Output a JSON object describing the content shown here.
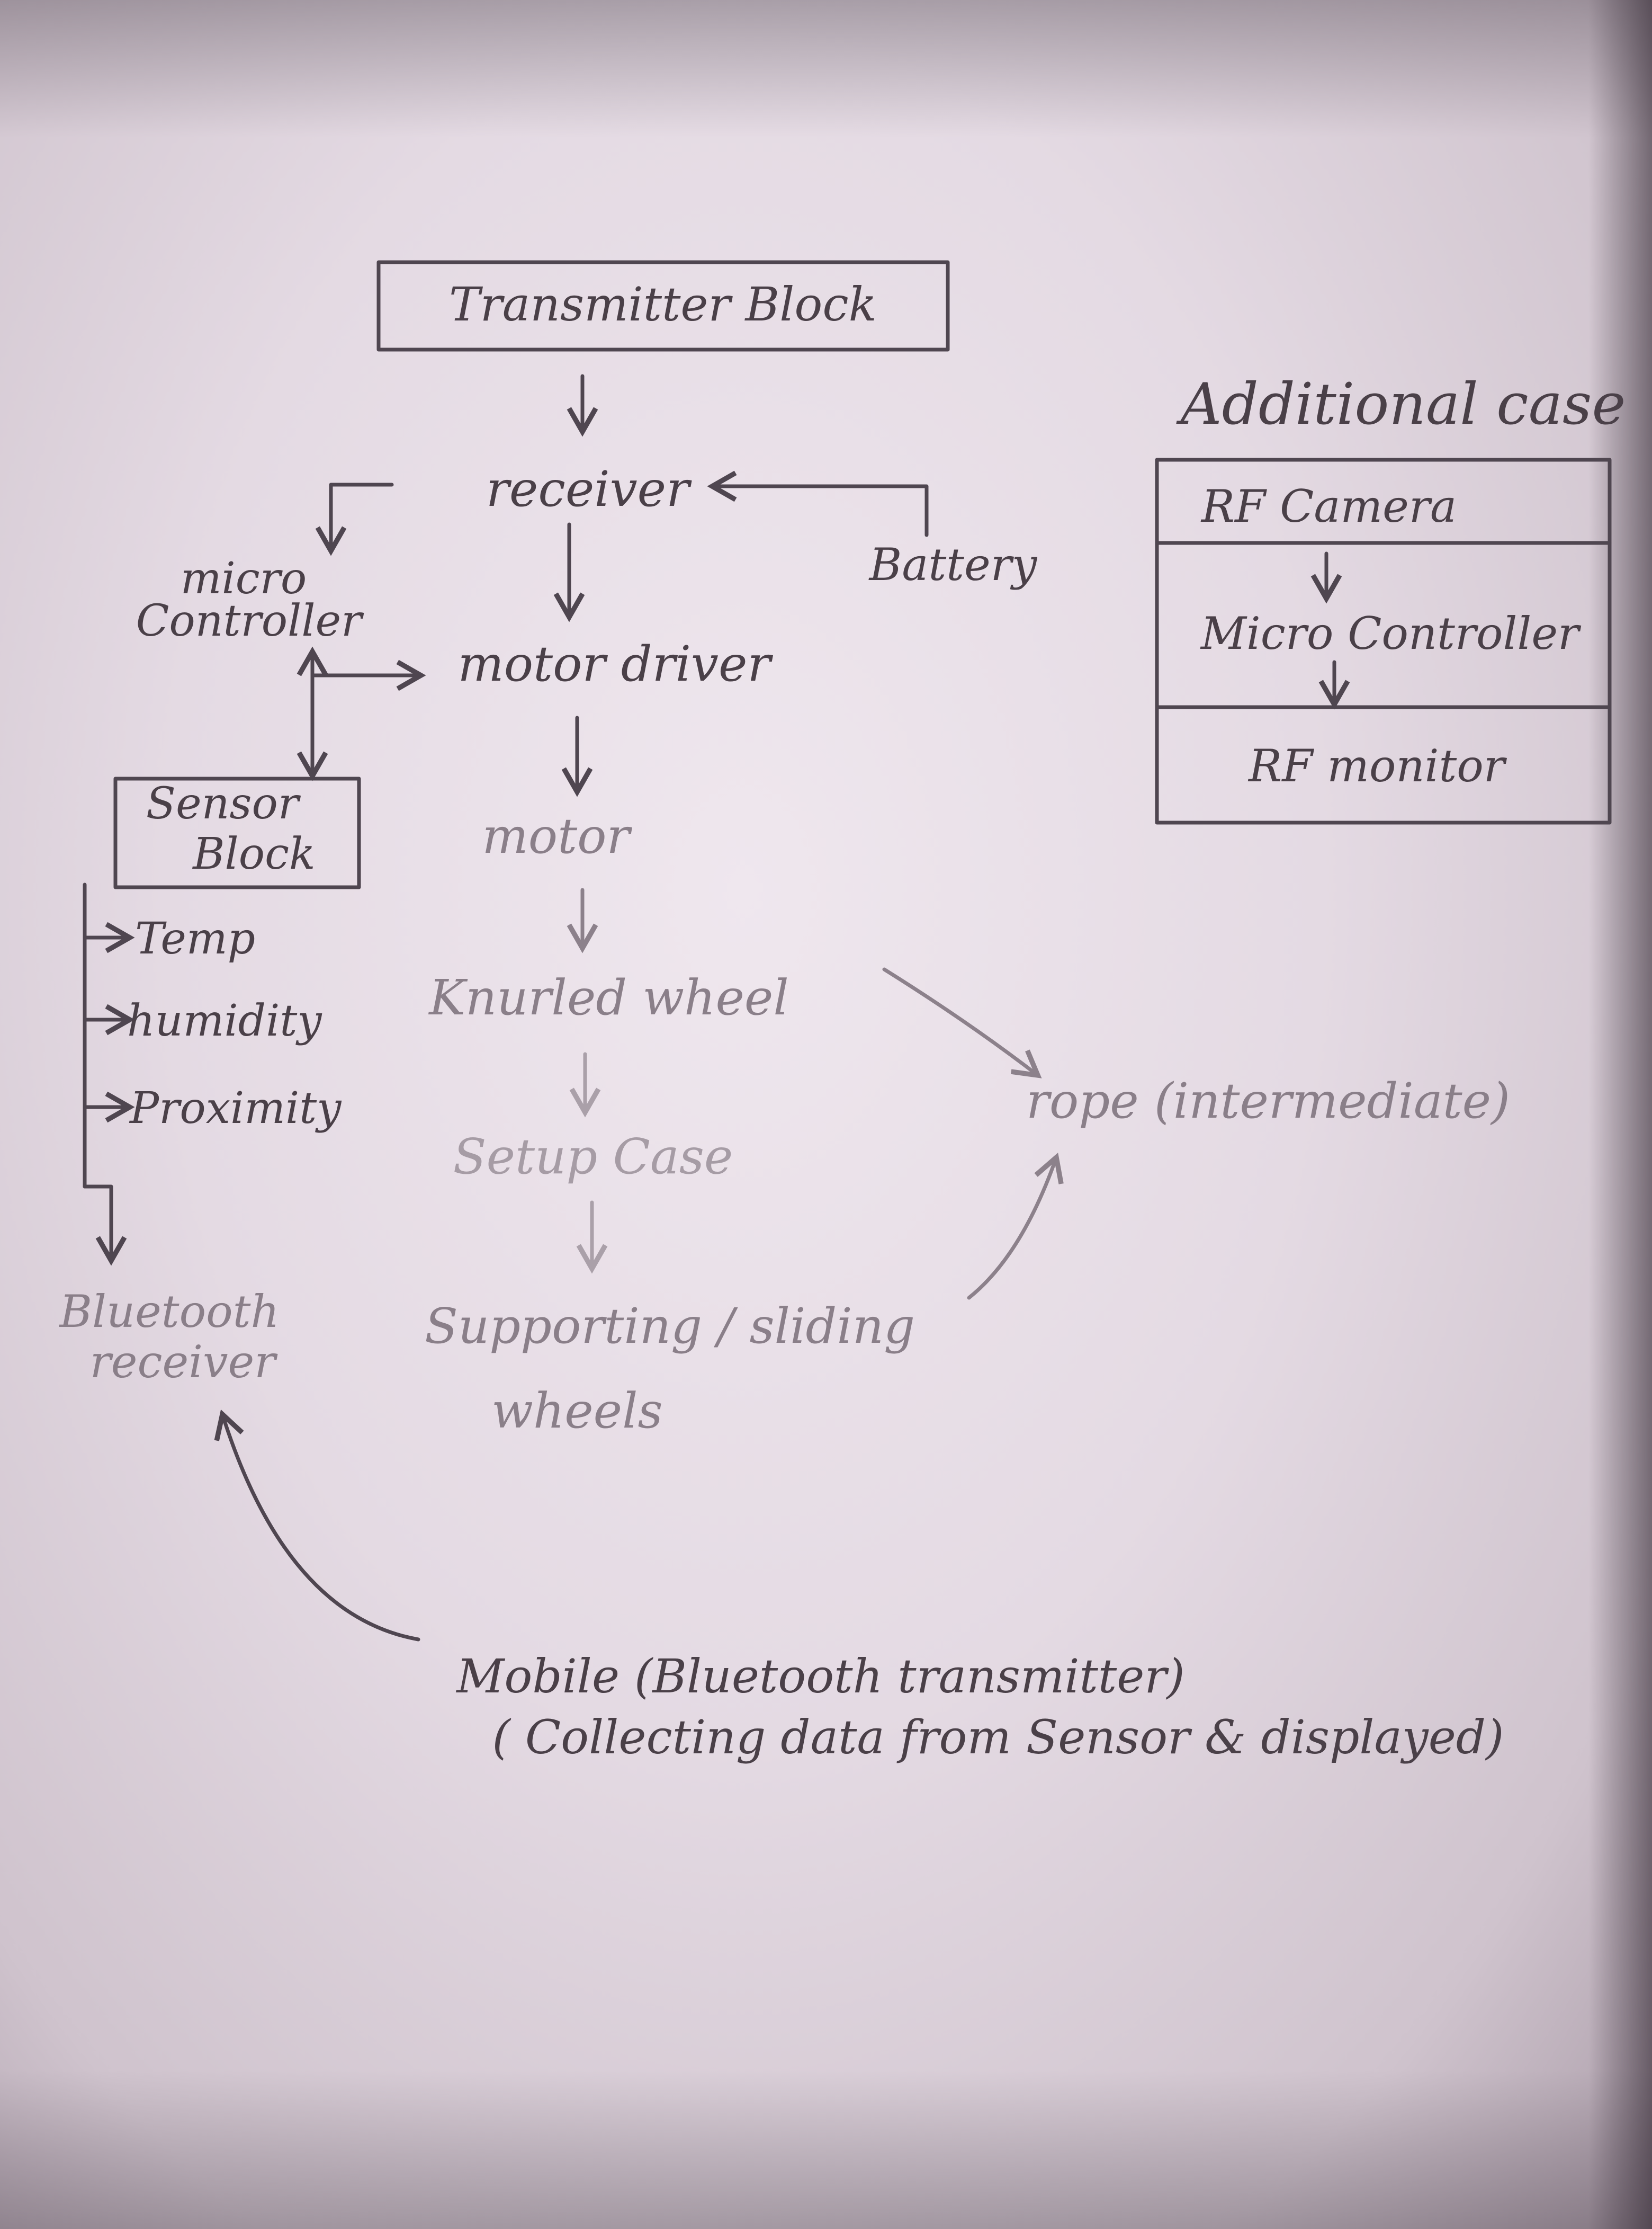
{
  "diagram": {
    "transmitter_block": "Transmitter Block",
    "receiver": "receiver",
    "battery": "Battery",
    "micro_controller_line1": "micro",
    "micro_controller_line2": "Controller",
    "motor_driver": "motor driver",
    "motor": "motor",
    "knurled_wheel": "Knurled wheel",
    "setup_case": "Setup Case",
    "supporting_line1": "Supporting / sliding",
    "supporting_line2": "wheels",
    "sensor_block_line1": "Sensor",
    "sensor_block_line2": "Block",
    "sensors": [
      "Temp",
      "humidity",
      "Proximity"
    ],
    "bluetooth_line1": "Bluetooth",
    "bluetooth_line2": "receiver",
    "rope": "rope (intermediate)",
    "additional_case_title": "Additional case",
    "rf_camera": "RF Camera",
    "micro_controller_case": "Micro Controller",
    "rf_monitor": "RF monitor",
    "mobile_line1": "Mobile (Bluetooth transmitter)",
    "mobile_line2": "( Collecting data from Sensor & displayed)"
  }
}
